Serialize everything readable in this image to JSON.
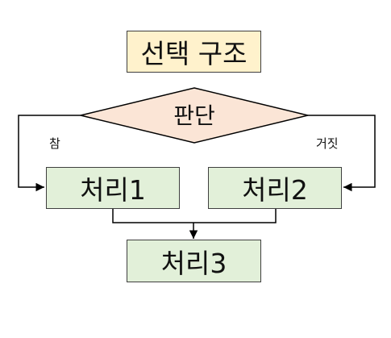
{
  "colors": {
    "title_fill": "#fff2cc",
    "decision_fill": "#fbe5d6",
    "process_fill": "#e2f0d9",
    "stroke": "#000000"
  },
  "title": "선택 구조",
  "decision": {
    "label": "판단",
    "true_label": "참",
    "false_label": "거짓"
  },
  "process1": "처리1",
  "process2": "처리2",
  "process3": "처리3"
}
